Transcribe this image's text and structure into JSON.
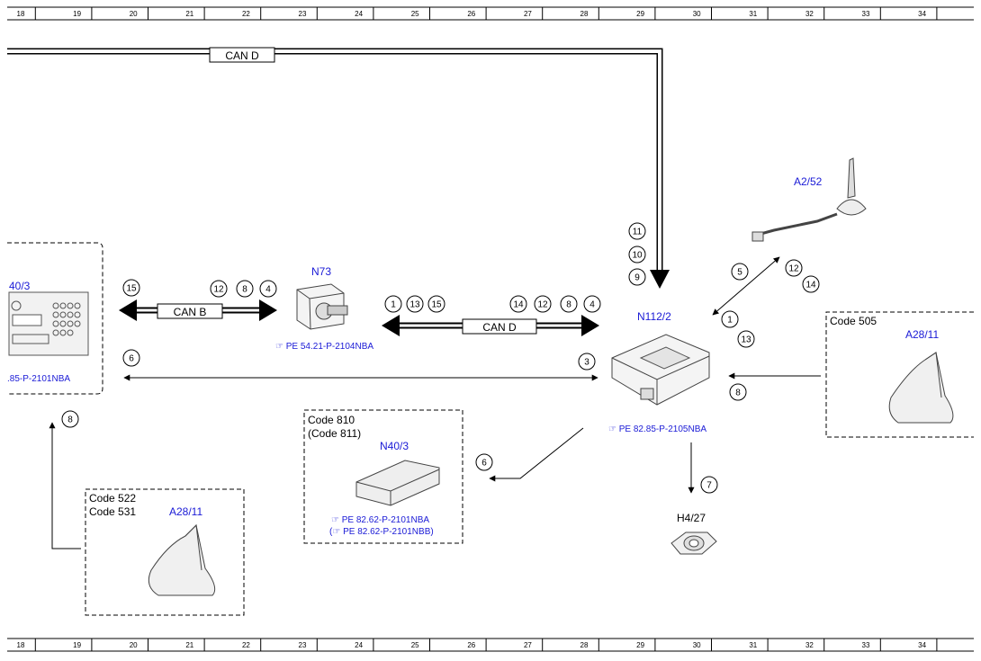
{
  "ruler": {
    "numbers": [
      "18",
      "19",
      "20",
      "21",
      "22",
      "23",
      "24",
      "25",
      "26",
      "27",
      "28",
      "29",
      "30",
      "31",
      "32",
      "33",
      "34"
    ]
  },
  "buses": {
    "can_d_top": "CAN D",
    "can_b": "CAN B",
    "can_d_mid": "CAN D"
  },
  "components": {
    "n73": {
      "name": "N73",
      "ref": "PE 54.21-P-2104NBA"
    },
    "n112": {
      "name": "N112/2",
      "ref": "PE 82.85-P-2105NBA"
    },
    "a2_52": {
      "name": "A2/52"
    },
    "a28_11_right": {
      "name": "A28/11",
      "code": "Code 505"
    },
    "a28_11_left": {
      "name": "A28/11",
      "code1": "Code 522",
      "code2": "Code 531"
    },
    "n40_3_center": {
      "name": "N40/3",
      "code1": "Code 810",
      "code2": "(Code 811)",
      "ref1": "PE 82.62-P-2101NBA",
      "ref2": "PE 82.62-P-2101NBB)"
    },
    "n40_3_left": {
      "name": "40/3",
      "ref": ".85-P-2101NBA"
    },
    "h4_27": {
      "name": "H4/27"
    }
  },
  "callouts": {
    "can_b_left": "15",
    "can_b_right": [
      "12",
      "8",
      "4"
    ],
    "can_d_mid_left": [
      "1",
      "13",
      "15"
    ],
    "can_d_mid_right": [
      "14",
      "12",
      "8",
      "4"
    ],
    "vertical_stack": [
      "11",
      "10",
      "9"
    ],
    "antenna_left": "5",
    "antenna_right": [
      "12",
      "14"
    ],
    "antenna_below": [
      "1",
      "13"
    ],
    "long_left": "6",
    "long_right": "3",
    "a28_right": "8",
    "a28_left": "8",
    "n40_center": "6",
    "h4": "7"
  }
}
